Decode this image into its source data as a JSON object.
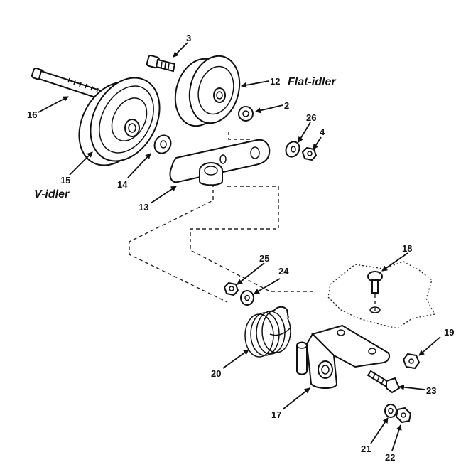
{
  "labels": {
    "flat_idler": "Flat-idler",
    "v_idler": "V-idler"
  },
  "callouts": {
    "p2": "2",
    "p3": "3",
    "p4": "4",
    "p12": "12",
    "p13": "13",
    "p14": "14",
    "p15": "15",
    "p16": "16",
    "p17": "17",
    "p18": "18",
    "p19": "19",
    "p20": "20",
    "p21": "21",
    "p22": "22",
    "p23": "23",
    "p24": "24",
    "p25": "25",
    "p26": "26"
  }
}
